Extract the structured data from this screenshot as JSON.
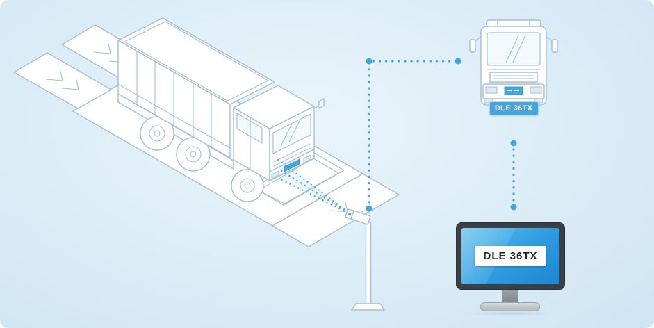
{
  "diagram": {
    "plate_number": "DLE 36TX",
    "plate_callout_label": "DLE 36TX",
    "monitor_readout": "DLE 36TX"
  },
  "icons": {
    "truck_side": "dump-truck-on-weighbridge-icon",
    "camera": "anpr-camera-pole-icon",
    "detection_cone": "camera-view-cone",
    "data_link": "dotted-data-link",
    "truck_front": "truck-front-view-icon",
    "license_plate": "license-plate-icon",
    "monitor": "desktop-monitor-icon"
  },
  "colors": {
    "background_center": "#eaf5fb",
    "background_edge": "#cfe5f3",
    "line_art": "#a3bfd3",
    "accent_blue": "#45a6de",
    "plate_fill": "#45a6de",
    "monitor_bezel": "#3a4045",
    "screen_top": "#5fc0ef",
    "screen_bottom": "#1e86cf"
  }
}
